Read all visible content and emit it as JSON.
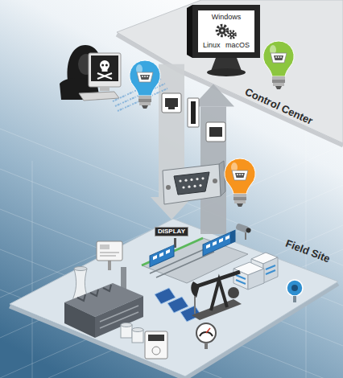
{
  "diagram": {
    "nodes": [
      {
        "text": [
          "Control Center"
        ]
      },
      {
        "text": [
          "Windows",
          "Linux",
          "macOS"
        ],
        "in": 0
      },
      {
        "text": [
          "Field Site"
        ]
      },
      {
        "text": [
          "DISPLAY"
        ],
        "in": 2
      }
    ],
    "edges": [
      {
        "from": 0,
        "to": 2,
        "arrow": "to"
      },
      {
        "from": 2,
        "to": 0,
        "arrow": "to"
      }
    ]
  }
}
